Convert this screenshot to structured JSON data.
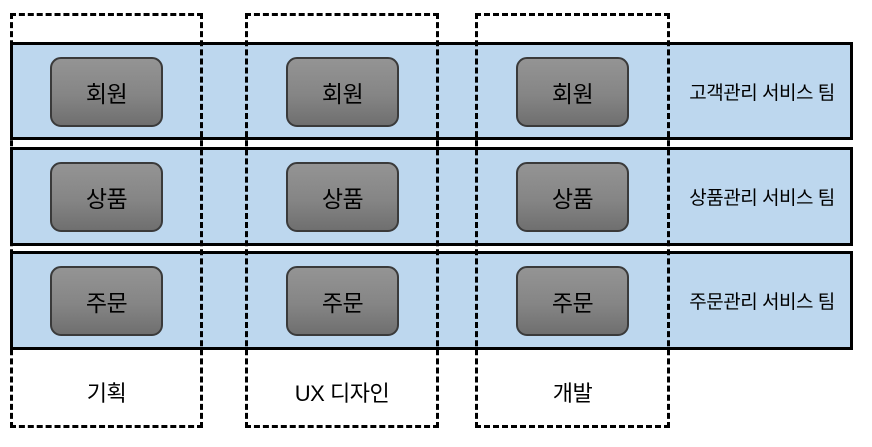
{
  "diagram": {
    "type": "matrix-organization",
    "columns": [
      {
        "id": "planning",
        "label": "기획"
      },
      {
        "id": "ux-design",
        "label": "UX 디자인"
      },
      {
        "id": "development",
        "label": "개발"
      }
    ],
    "rows": [
      {
        "id": "customer-team",
        "team_label": "고객관리 서비스 팀",
        "service_box": "회원"
      },
      {
        "id": "product-team",
        "team_label": "상품관리 서비스 팀",
        "service_box": "상품"
      },
      {
        "id": "order-team",
        "team_label": "주문관리 서비스 팀",
        "service_box": "주문"
      }
    ],
    "colors": {
      "row_fill": "#BDD7EE",
      "row_border": "#000000",
      "column_border": "#000000",
      "box_fill_top": "#949494",
      "box_fill_bottom": "#6F6F6F",
      "box_border": "#3A3A3A",
      "text": "#000000",
      "background": "#FFFFFF"
    }
  }
}
